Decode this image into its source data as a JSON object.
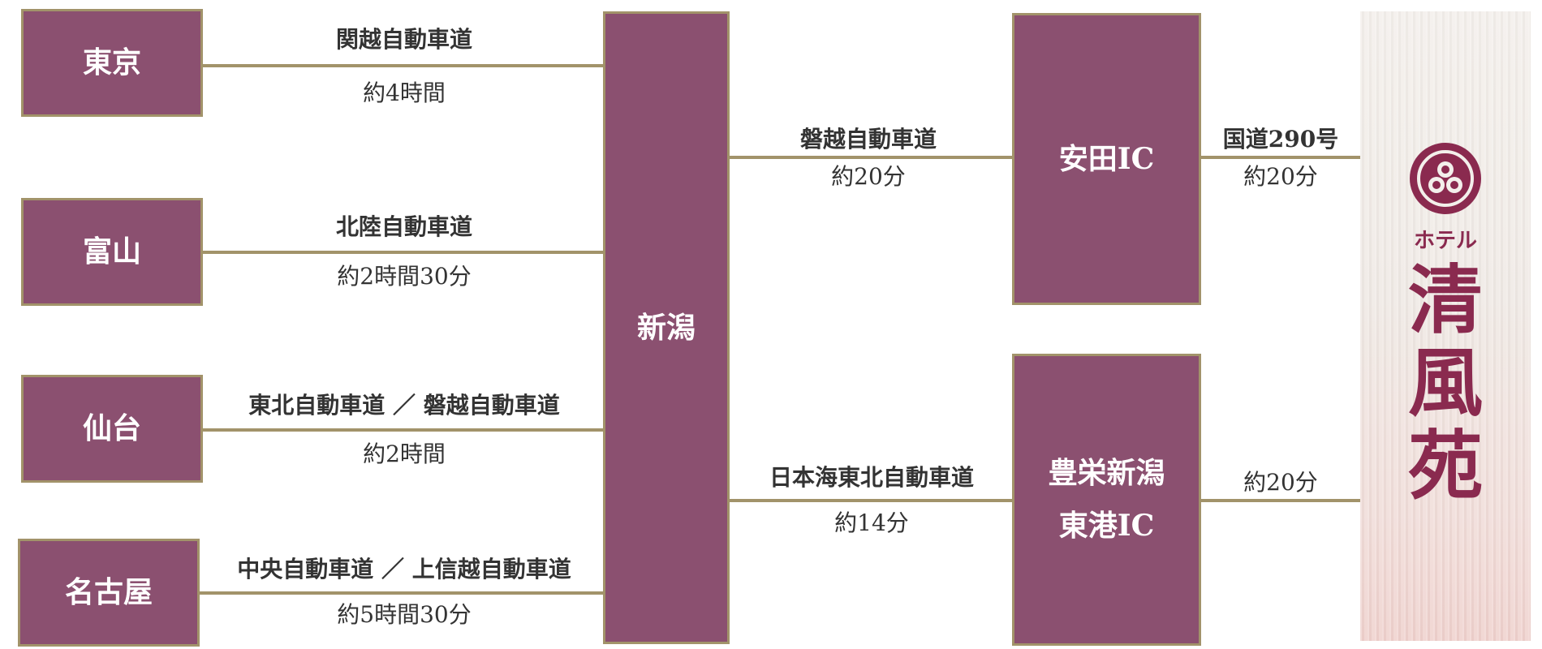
{
  "origins": [
    {
      "name": "東京",
      "road": "関越自動車道",
      "time": "約4時間"
    },
    {
      "name": "富山",
      "road": "北陸自動車道",
      "time": "約2時間30分"
    },
    {
      "name": "仙台",
      "road": "東北自動車道 ／ 磐越自動車道",
      "time": "約2時間"
    },
    {
      "name": "名古屋",
      "road": "中央自動車道 ／ 上信越自動車道",
      "time": "約5時間30分"
    }
  ],
  "hub": {
    "name": "新潟"
  },
  "interchanges": [
    {
      "name_line1": "安田IC",
      "name_line2": "",
      "road": "磐越自動車道",
      "time": "約20分",
      "to_hotel_road": "国道290号",
      "to_hotel_time": "約20分"
    },
    {
      "name_line1": "豊栄新潟",
      "name_line2": "東港IC",
      "road": "日本海東北自動車道",
      "time": "約14分",
      "to_hotel_road": "",
      "to_hotel_time": "約20分"
    }
  ],
  "hotel": {
    "small_label": "ホテル",
    "name_chars": [
      "清",
      "風",
      "苑"
    ]
  },
  "colors": {
    "box_fill": "#8b5070",
    "box_border": "#a2936a",
    "line": "#a2936a",
    "logo": "#8a2a4f"
  }
}
